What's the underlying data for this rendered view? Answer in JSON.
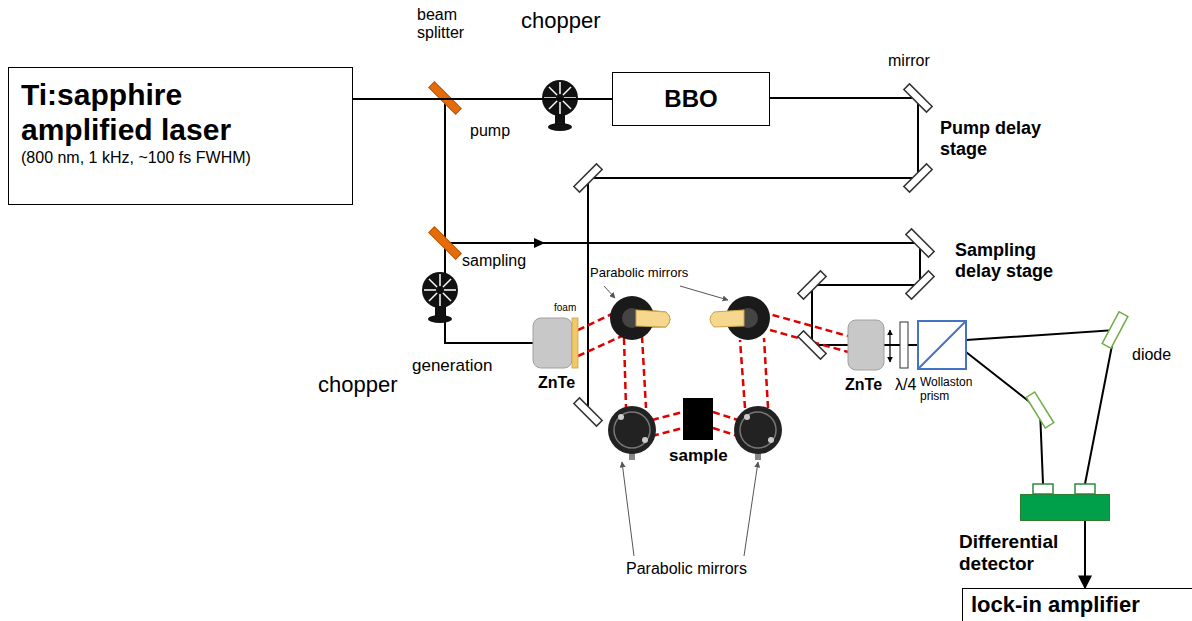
{
  "diagram": {
    "nodes": [
      {
        "text": [
          "Ti:sapphire amplified laser",
          "(800 nm, 1 kHz, ~100 fs FWHM)"
        ]
      },
      {
        "text": [
          "BBO"
        ]
      },
      {
        "text": [
          "Differential detector"
        ]
      },
      {
        "text": [
          "lock-in amplifier"
        ]
      }
    ],
    "edges": [
      {
        "from": 0,
        "to": 1,
        "arrow": "none"
      },
      {
        "from": 2,
        "to": 3,
        "arrow": "to"
      }
    ],
    "labels": [
      "beam splitter",
      "pump",
      "chopper",
      "mirror",
      "Pump delay stage",
      "sampling",
      "Sampling delay stage",
      "chopper",
      "Parabolic mirrors",
      "Parabolic mirrors",
      "foam",
      "generation",
      "ZnTe",
      "sample",
      "ZnTe",
      "λ/4",
      "Wollaston prism",
      "diode"
    ]
  }
}
